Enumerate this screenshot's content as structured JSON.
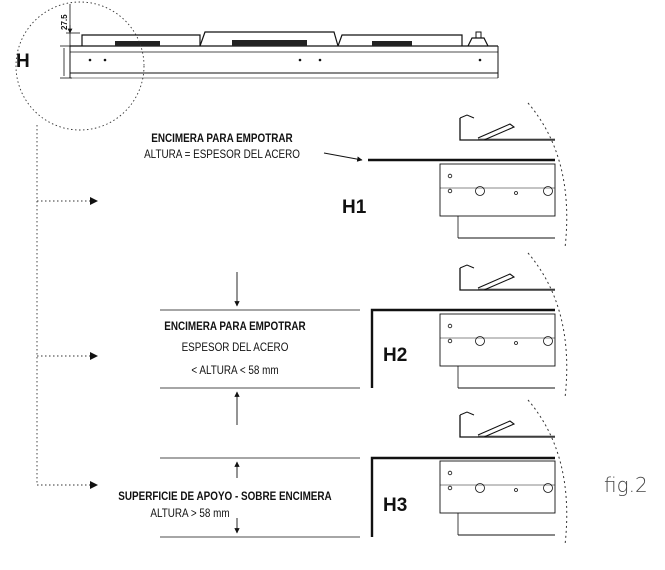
{
  "top_detail": {
    "h_label": "H",
    "dimension": "27.5"
  },
  "h1": {
    "label": "H1",
    "title": "ENCIMERA PARA EMPOTRAR",
    "line1": "ALTURA = ESPESOR DEL ACERO"
  },
  "h2": {
    "label": "H2",
    "title": "ENCIMERA PARA EMPOTRAR",
    "line1": "ESPESOR DEL ACERO",
    "line2": "< ALTURA < 58 mm"
  },
  "h3": {
    "label": "H3",
    "title": "SUPERFICIE DE APOYO - SOBRE ENCIMERA",
    "line1": "ALTURA > 58 mm"
  },
  "figure_label": "fig.2"
}
